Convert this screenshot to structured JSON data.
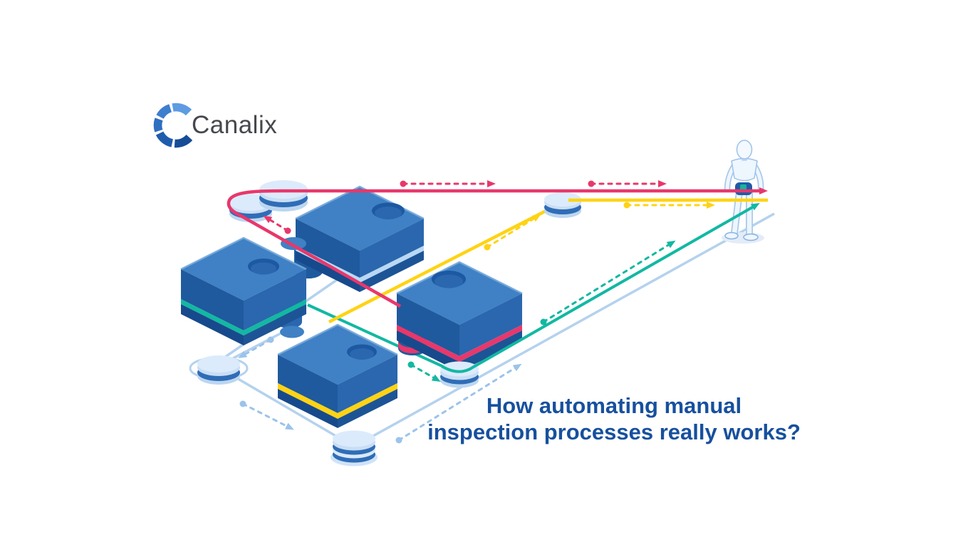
{
  "page": {
    "background_color": "#ffffff"
  },
  "logo": {
    "text": "Canalix",
    "icon": "segmented-c-logo-icon",
    "text_color": "#45484d",
    "segment_colors": [
      "#5d9be2",
      "#3d7ecf",
      "#2e6fc0",
      "#1f5cad",
      "#174c97"
    ]
  },
  "headline": {
    "line1": "How automating manual",
    "line2": "inspection processes really works?",
    "color": "#17509e"
  },
  "illustration": {
    "description": "Isometric illustration: four blue jigsaw puzzle pieces with colored base stripes are linked by pink, yellow, teal and light-blue process flow lines with node discs and dashed direction arrows, all converging on a humanoid robot standing at the right.",
    "colors": {
      "puzzle_top_face": "#3f81c4",
      "puzzle_left_face": "#1f5a9e",
      "puzzle_right_face": "#2a67ae",
      "puzzle_base_left": "#174a8c",
      "puzzle_base_right": "#1d5496",
      "puzzle_hole": "#1d58a2",
      "stripe_lightblue": "#b9d8f4",
      "stripe_teal": "#12b8a2",
      "stripe_yellow": "#ffd313",
      "stripe_pink": "#e8376b",
      "line_pink": "#e8376b",
      "line_yellow": "#ffd313",
      "line_teal": "#12b8a2",
      "line_lightblue": "#aecdf0",
      "disc_light": "#dcebfb",
      "disc_band_dark": "#2f6db6",
      "robot_body": "#eef6fe",
      "robot_outline": "#9dc2ea",
      "robot_panel": "#1e5ca8",
      "robot_chip": "#16b49e"
    },
    "puzzle_pieces": [
      {
        "name": "top-puzzle-piece",
        "stripe_color_name": "lightblue"
      },
      {
        "name": "left-puzzle-piece",
        "stripe_color_name": "teal"
      },
      {
        "name": "right-puzzle-piece",
        "stripe_color_name": "pink"
      },
      {
        "name": "bottom-puzzle-piece",
        "stripe_color_name": "yellow"
      }
    ],
    "node_discs": [
      "node-disc-top-left-a",
      "node-disc-top-left-b",
      "node-disc-top-right",
      "node-disc-bottom-left",
      "node-disc-bottom-center",
      "node-disc-middle-right"
    ],
    "flows": [
      {
        "name": "pink-flow",
        "ends_at": "robot",
        "solid_arrow": true
      },
      {
        "name": "yellow-flow",
        "ends_at": "robot",
        "solid_arrow": false
      },
      {
        "name": "teal-flow",
        "ends_at": "robot",
        "solid_arrow": true
      },
      {
        "name": "lightblue-flow",
        "ends_at": "robot",
        "solid_arrow": false
      }
    ],
    "figure": "humanoid-robot"
  }
}
